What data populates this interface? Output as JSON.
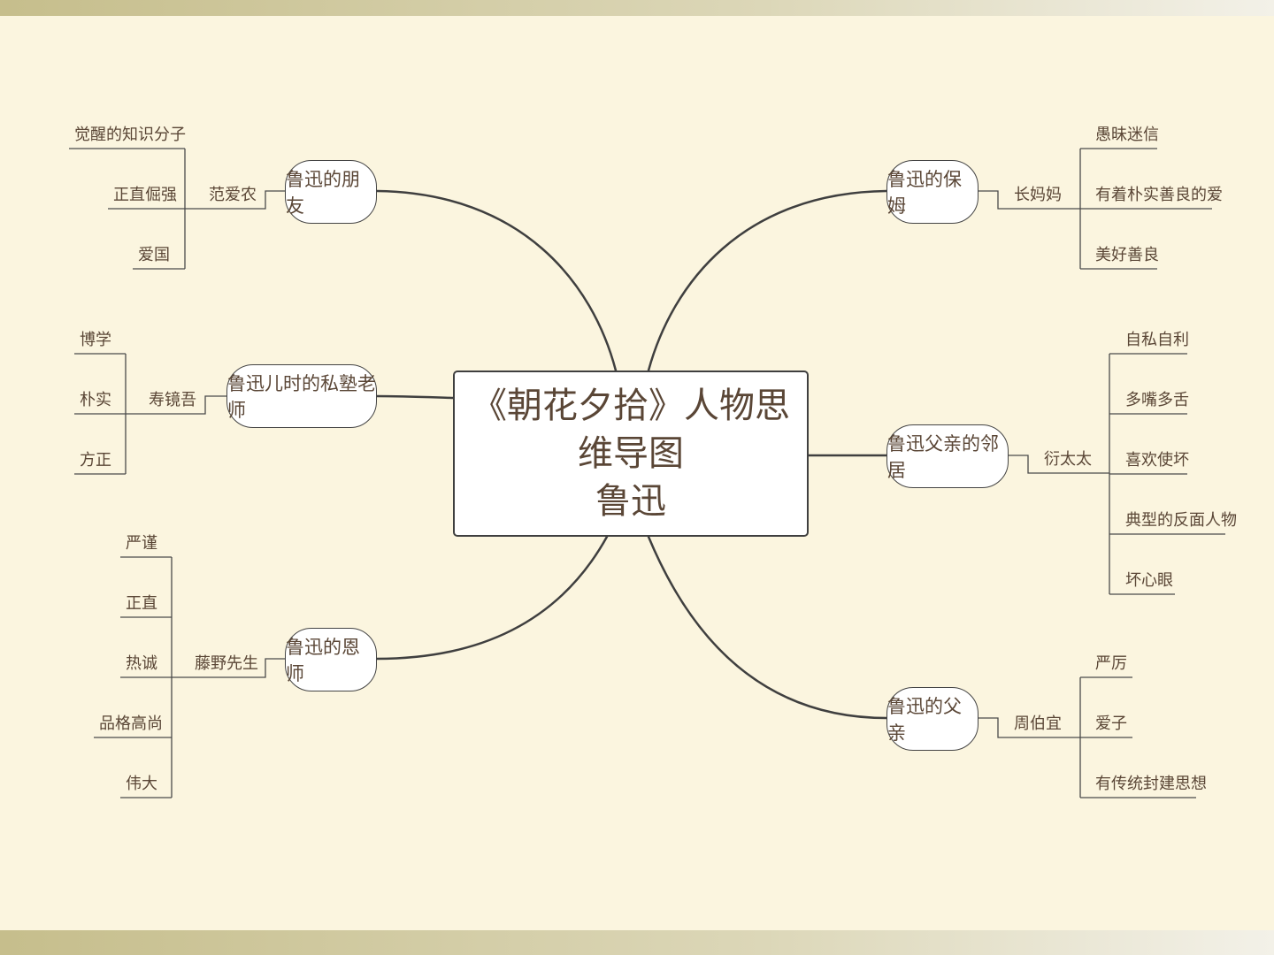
{
  "root": {
    "title": "《朝花夕拾》人物思维导图",
    "subtitle": "鲁迅"
  },
  "colors": {
    "background": "#fbf5df",
    "line": "#3f3f3f",
    "band": "#c6be8c"
  },
  "branches": [
    {
      "label": "鲁迅的朋友",
      "person": "范爱农",
      "traits": [
        "觉醒的知识分子",
        "正直倔强",
        "爱国"
      ]
    },
    {
      "label": "鲁迅儿时的私塾老师",
      "person": "寿镜吾",
      "traits": [
        "博学",
        "朴实",
        "方正"
      ]
    },
    {
      "label": "鲁迅的恩师",
      "person": "藤野先生",
      "traits": [
        "严谨",
        "正直",
        "热诚",
        "品格高尚",
        "伟大"
      ]
    },
    {
      "label": "鲁迅的保姆",
      "person": "长妈妈",
      "traits": [
        "愚昧迷信",
        "有着朴实善良的爱",
        "美好善良"
      ]
    },
    {
      "label": "鲁迅父亲的邻居",
      "person": "衍太太",
      "traits": [
        "自私自利",
        "多嘴多舌",
        "喜欢使坏",
        "典型的反面人物",
        "坏心眼"
      ]
    },
    {
      "label": "鲁迅的父亲",
      "person": "周伯宜",
      "traits": [
        "严厉",
        "爱子",
        "有传统封建思想"
      ]
    }
  ]
}
